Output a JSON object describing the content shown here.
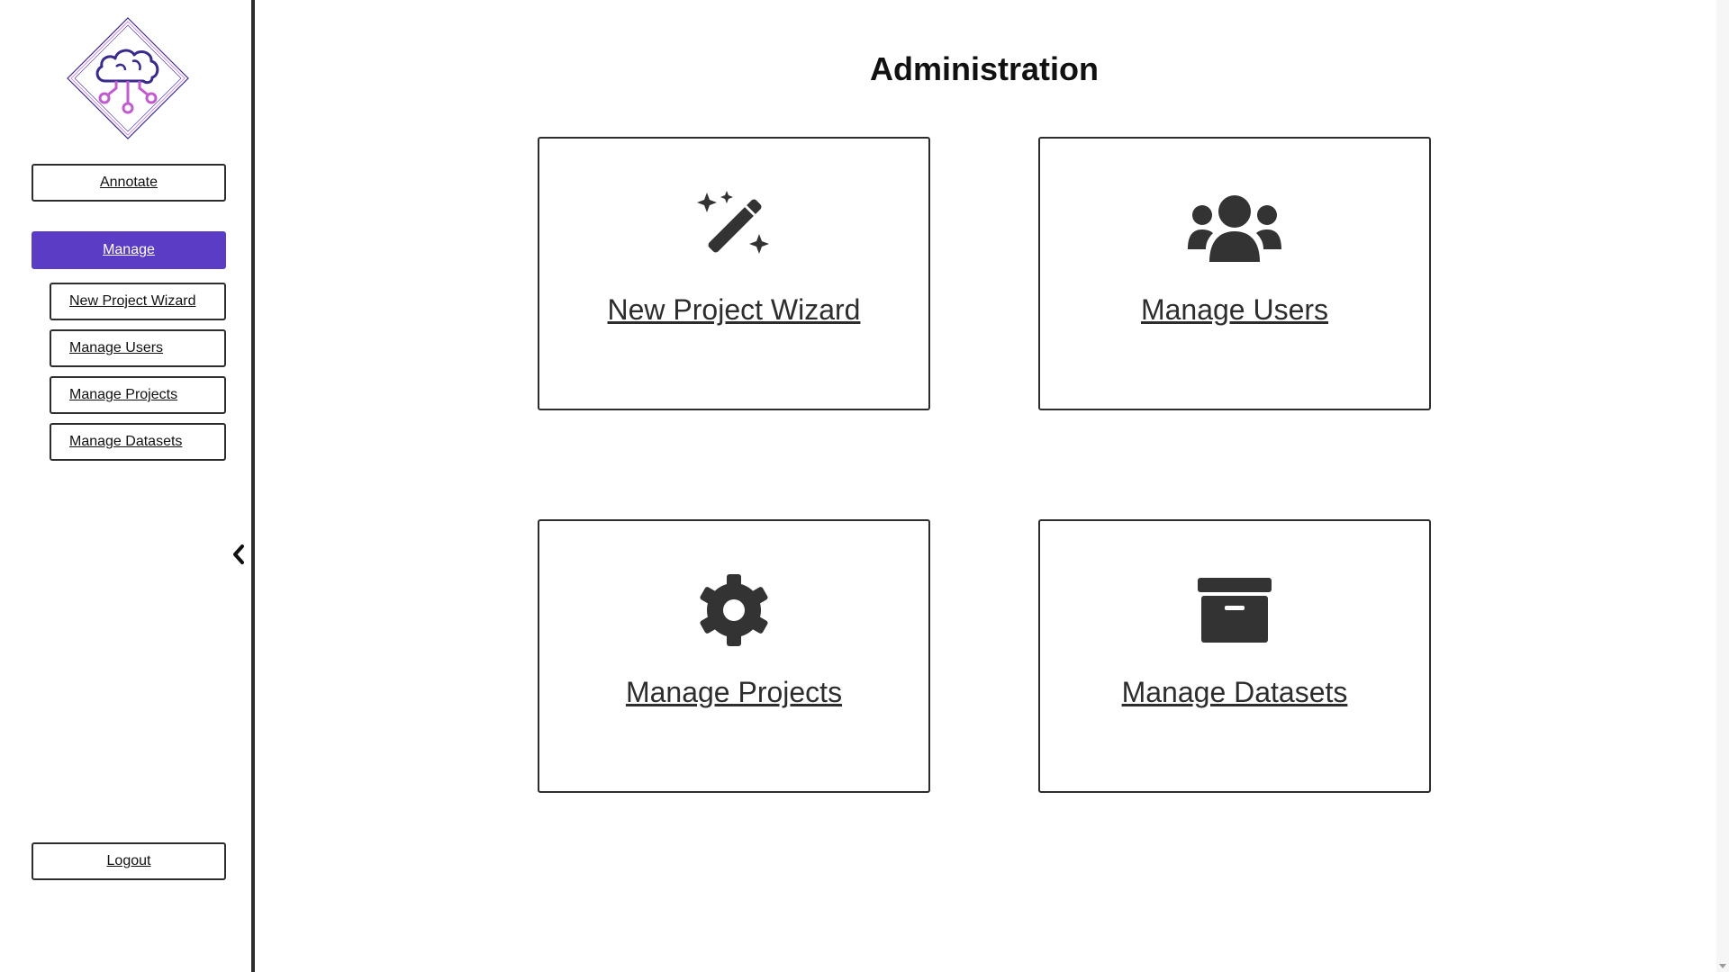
{
  "sidebar": {
    "logo_icon": "brain-circuit-logo",
    "annotate_label": "Annotate",
    "manage_label": "Manage",
    "sub_items": [
      {
        "label": "New Project Wizard"
      },
      {
        "label": "Manage Users"
      },
      {
        "label": "Manage Projects"
      },
      {
        "label": "Manage Datasets"
      }
    ],
    "logout_label": "Logout",
    "collapse_icon": "chevron-left-icon"
  },
  "main": {
    "title": "Administration",
    "cards": [
      {
        "label": "New Project Wizard",
        "icon": "magic-wand-icon"
      },
      {
        "label": "Manage Users",
        "icon": "users-icon"
      },
      {
        "label": "Manage Projects",
        "icon": "gear-icon"
      },
      {
        "label": "Manage Datasets",
        "icon": "archive-box-icon"
      }
    ]
  },
  "colors": {
    "accent": "#5b3cc4",
    "border": "#2d2d2d",
    "icon": "#333333",
    "logo_dark": "#3a2a8c",
    "logo_pink": "#d46ad6"
  }
}
